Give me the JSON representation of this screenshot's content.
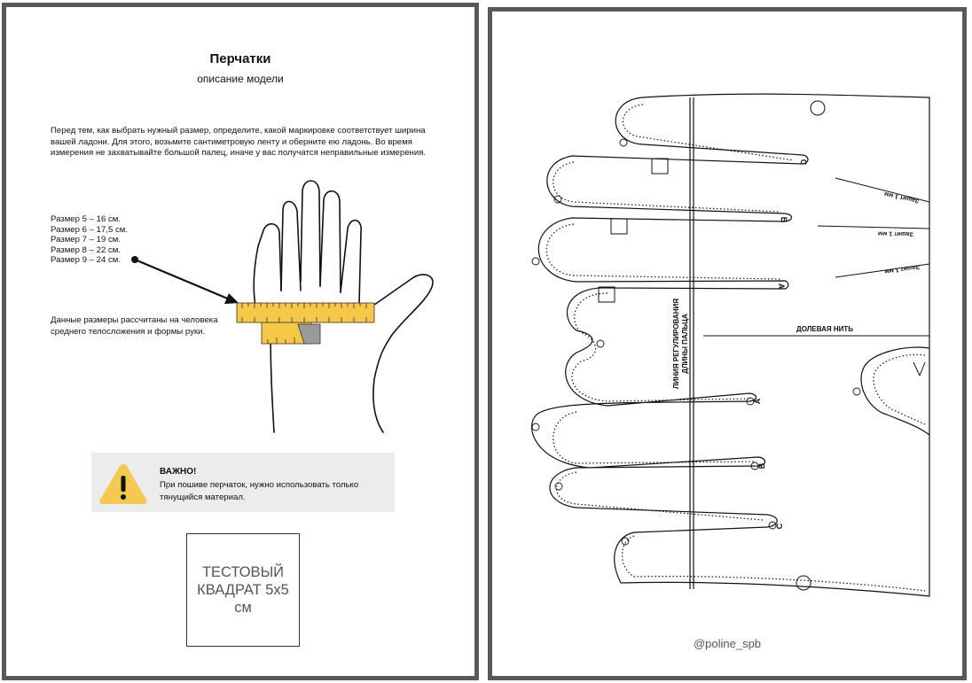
{
  "left_page": {
    "title": "Перчатки",
    "subtitle": "описание модели",
    "intro": "Перед тем, как выбрать нужный размер,  определите, какой маркировке соответствует ширина вашей ладони. Для этого, возьмите сантиметровую ленту и оберните ею ладонь. Во время измерения не захватывайте большой палец, иначе у вас получатся неправильные измерения.",
    "sizes": [
      "Размер 5 – 16 см.",
      "Размер 6 – 17,5 см.",
      "Размер 7 – 19 см.",
      "Размер 8 – 22 см.",
      "Размер 9 – 24 см."
    ],
    "note": "Данные размеры рассчитаны на человека среднего телосложения и формы руки.",
    "warning": {
      "title": "ВАЖНО!",
      "text": "При пошиве перчаток, нужно использовать только тянущийся материал."
    },
    "test_square": "ТЕСТОВЫЙ КВАДРАТ 5х5 см",
    "colors": {
      "tape": "#f5c84a",
      "warning_bg": "#ececec",
      "warning_icon": "#f3c94f"
    }
  },
  "right_page": {
    "dart_label": "Зашит 1 мм",
    "grain_label": "ДОЛЕВАЯ НИТЬ",
    "adjust_line_1": "ЛИНИЯ РЕГУЛИРОВАНИЯ",
    "adjust_line_2": "ДЛИНЫ ПАЛЬЦА",
    "labels": {
      "a": "A",
      "b": "B",
      "c": "C"
    },
    "handle": "@poline_spb"
  }
}
